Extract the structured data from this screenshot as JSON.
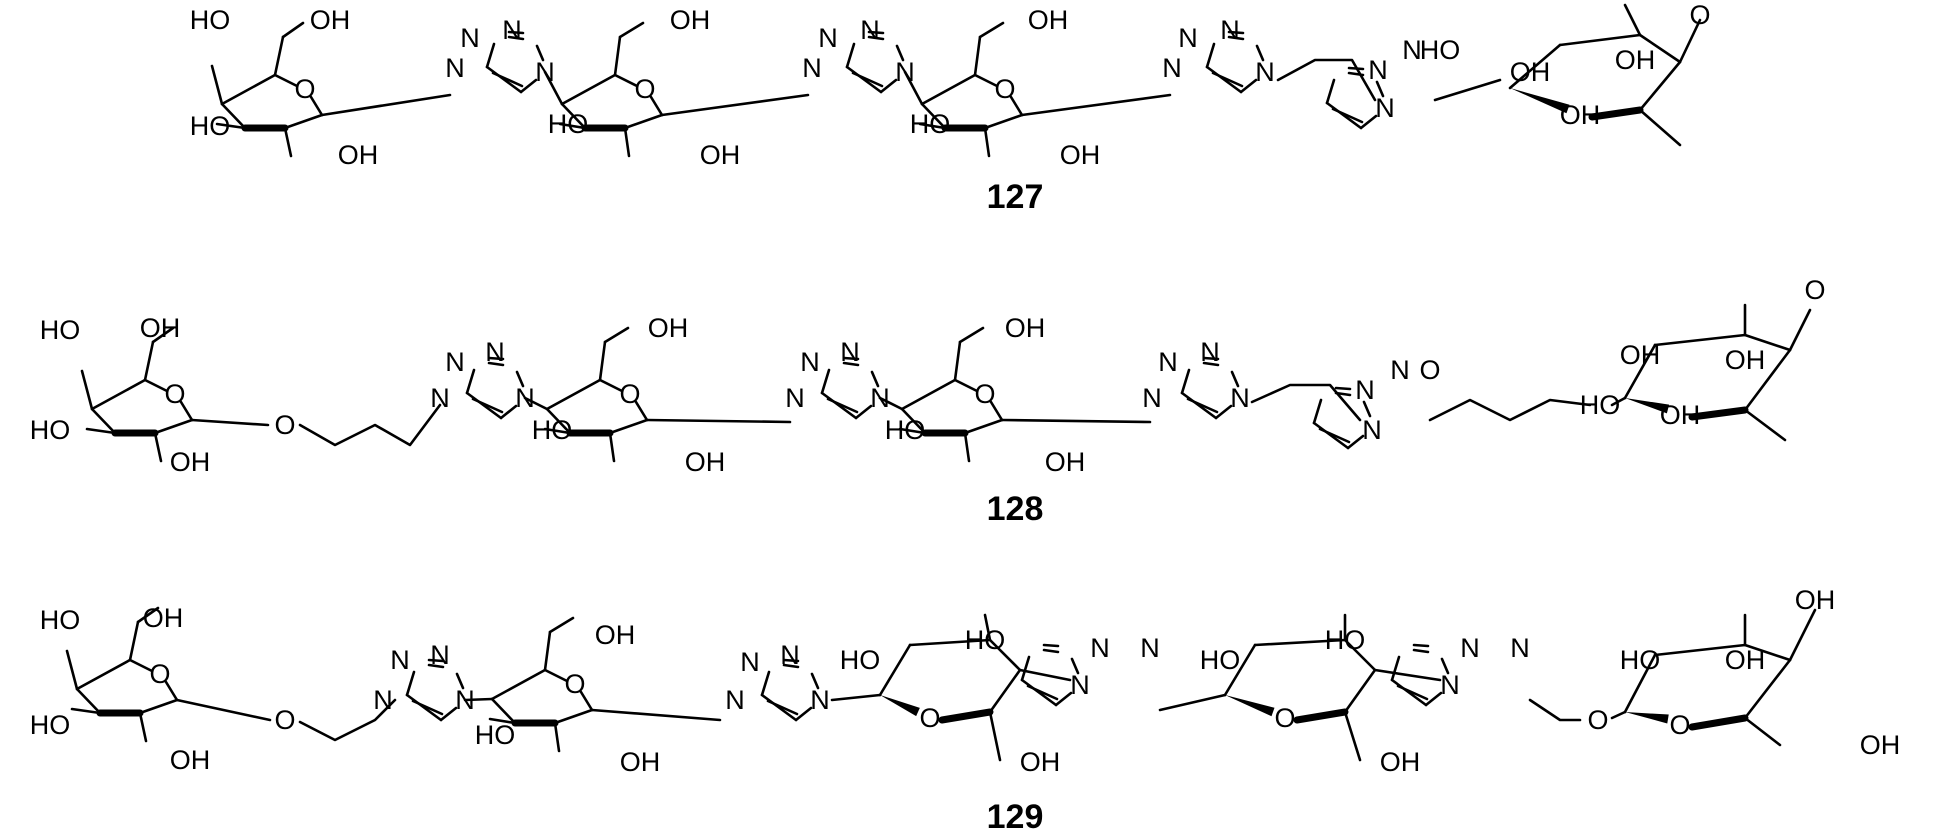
{
  "figure": {
    "compounds": [
      {
        "id": "127",
        "label": "127",
        "atoms": [
          "HO",
          "OH",
          "HO",
          "O",
          "OH",
          "N",
          "N",
          "N",
          "N",
          "OH",
          "HO",
          "O",
          "OH",
          "N",
          "N",
          "N",
          "N",
          "OH",
          "HO",
          "O",
          "OH",
          "N",
          "N",
          "N",
          "N",
          "N",
          "N",
          "N",
          "HO",
          "OH",
          "OH",
          "O",
          "OH"
        ]
      },
      {
        "id": "128",
        "label": "128",
        "atoms": [
          "HO",
          "OH",
          "HO",
          "O",
          "OH",
          "O",
          "N",
          "N",
          "N",
          "N",
          "OH",
          "HO",
          "O",
          "OH",
          "N",
          "N",
          "N",
          "N",
          "OH",
          "HO",
          "O",
          "OH",
          "N",
          "N",
          "N",
          "N",
          "N",
          "N",
          "N",
          "O",
          "HO",
          "OH",
          "OH",
          "O",
          "OH"
        ]
      },
      {
        "id": "129",
        "label": "129",
        "atoms": [
          "HO",
          "OH",
          "HO",
          "O",
          "OH",
          "O",
          "N",
          "N",
          "N",
          "N",
          "OH",
          "HO",
          "O",
          "OH",
          "N",
          "N",
          "N",
          "N",
          "HO",
          "HO",
          "O",
          "OH",
          "N",
          "N",
          "N",
          "HO",
          "HO",
          "O",
          "OH",
          "N",
          "N",
          "N",
          "O",
          "HO",
          "OH",
          "OH",
          "O",
          "OH"
        ]
      }
    ]
  }
}
